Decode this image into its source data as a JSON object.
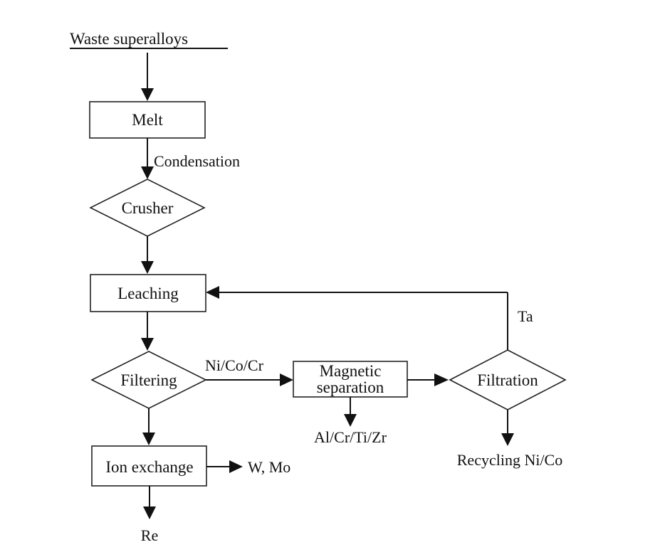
{
  "diagram": {
    "title": "Waste superalloys",
    "nodes": {
      "melt": "Melt",
      "crusher": "Crusher",
      "leaching": "Leaching",
      "filtering": "Filtering",
      "magnetic_line1": "Magnetic",
      "magnetic_line2": "separation",
      "filtration": "Filtration",
      "ion_exchange": "Ion exchange"
    },
    "edge_labels": {
      "condensation": "Condensation",
      "ni_co_cr": "Ni/Co/Cr",
      "ta": "Ta",
      "al_cr_ti_zr": "Al/Cr/Ti/Zr",
      "recycling": "Recycling Ni/Co",
      "w_mo": "W, Mo",
      "re": "Re"
    },
    "colors": {
      "stroke": "#111111",
      "background": "#ffffff"
    }
  }
}
